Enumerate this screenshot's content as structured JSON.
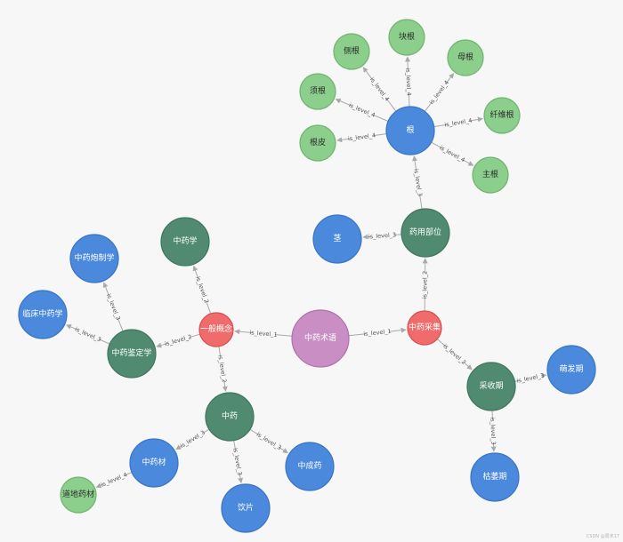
{
  "colors": {
    "root": "#c98fc4",
    "level1": "#f06b6b",
    "level2": "#4f8a71",
    "level3": "#4a89dc",
    "level4": "#8ccf8c",
    "edge": "#a9a9a9"
  },
  "nodes": [
    {
      "id": "root",
      "label": "中药术语",
      "kind": "root"
    },
    {
      "id": "gn",
      "label": "一般概念",
      "kind": "level1"
    },
    {
      "id": "zycj",
      "label": "中药采集",
      "kind": "level1"
    },
    {
      "id": "zyx",
      "label": "中药学",
      "kind": "level2"
    },
    {
      "id": "zyjd",
      "label": "中药鉴定学",
      "kind": "level2"
    },
    {
      "id": "zy",
      "label": "中药",
      "kind": "level2"
    },
    {
      "id": "yybw",
      "label": "药用部位",
      "kind": "level2"
    },
    {
      "id": "cjq",
      "label": "采收期",
      "kind": "level2"
    },
    {
      "id": "zyzz",
      "label": "中药炮制学",
      "kind": "level3"
    },
    {
      "id": "lczy",
      "label": "临床中药学",
      "kind": "level3"
    },
    {
      "id": "zyc",
      "label": "中药材",
      "kind": "level3"
    },
    {
      "id": "yp",
      "label": "饮片",
      "kind": "level3"
    },
    {
      "id": "zcy",
      "label": "中成药",
      "kind": "level3"
    },
    {
      "id": "gen",
      "label": "根",
      "kind": "level3"
    },
    {
      "id": "jing",
      "label": "茎",
      "kind": "level3"
    },
    {
      "id": "mfq",
      "label": "萌发期",
      "kind": "level3"
    },
    {
      "id": "kwq",
      "label": "枯萎期",
      "kind": "level3"
    },
    {
      "id": "ddyc",
      "label": "道地药材",
      "kind": "level4"
    },
    {
      "id": "cegen",
      "label": "侧根",
      "kind": "level4"
    },
    {
      "id": "kuaigen",
      "label": "块根",
      "kind": "level4"
    },
    {
      "id": "mugen",
      "label": "母根",
      "kind": "level4"
    },
    {
      "id": "xugen",
      "label": "须根",
      "kind": "level4"
    },
    {
      "id": "xwgen",
      "label": "纤维根",
      "kind": "level4"
    },
    {
      "id": "genpi",
      "label": "根皮",
      "kind": "level4"
    },
    {
      "id": "zhugen",
      "label": "主根",
      "kind": "level4"
    }
  ],
  "edges": [
    {
      "from": "root",
      "to": "gn",
      "label": "is_level_1"
    },
    {
      "from": "root",
      "to": "zycj",
      "label": "is_level_1"
    },
    {
      "from": "gn",
      "to": "zyx",
      "label": "is_level_2"
    },
    {
      "from": "gn",
      "to": "zyjd",
      "label": "is_level_2"
    },
    {
      "from": "gn",
      "to": "zy",
      "label": "is_level_2"
    },
    {
      "from": "zycj",
      "to": "yybw",
      "label": "is_level_2"
    },
    {
      "from": "zycj",
      "to": "cjq",
      "label": "is_level_2"
    },
    {
      "from": "zyjd",
      "to": "zyzz",
      "label": "is_level_3"
    },
    {
      "from": "zyjd",
      "to": "lczy",
      "label": "is_level_3"
    },
    {
      "from": "zy",
      "to": "zyc",
      "label": "is_level_3"
    },
    {
      "from": "zy",
      "to": "yp",
      "label": "is_level_3"
    },
    {
      "from": "zy",
      "to": "zcy",
      "label": "is_level_3"
    },
    {
      "from": "zyc",
      "to": "ddyc",
      "label": "is_level_4"
    },
    {
      "from": "yybw",
      "to": "jing",
      "label": "is_level_3"
    },
    {
      "from": "yybw",
      "to": "gen",
      "label": "is_level_3"
    },
    {
      "from": "cjq",
      "to": "mfq",
      "label": "is_level_3"
    },
    {
      "from": "cjq",
      "to": "kwq",
      "label": "is_level_3"
    },
    {
      "from": "gen",
      "to": "cegen",
      "label": "is_level_4"
    },
    {
      "from": "gen",
      "to": "kuaigen",
      "label": "is_level_4"
    },
    {
      "from": "gen",
      "to": "mugen",
      "label": "is_level_4"
    },
    {
      "from": "gen",
      "to": "xugen",
      "label": "is_level_4"
    },
    {
      "from": "gen",
      "to": "xwgen",
      "label": "is_level_4"
    },
    {
      "from": "gen",
      "to": "genpi",
      "label": "is_level_4"
    },
    {
      "from": "gen",
      "to": "zhugen",
      "label": "is_level_4"
    }
  ],
  "watermark": "CSDN @周末17"
}
